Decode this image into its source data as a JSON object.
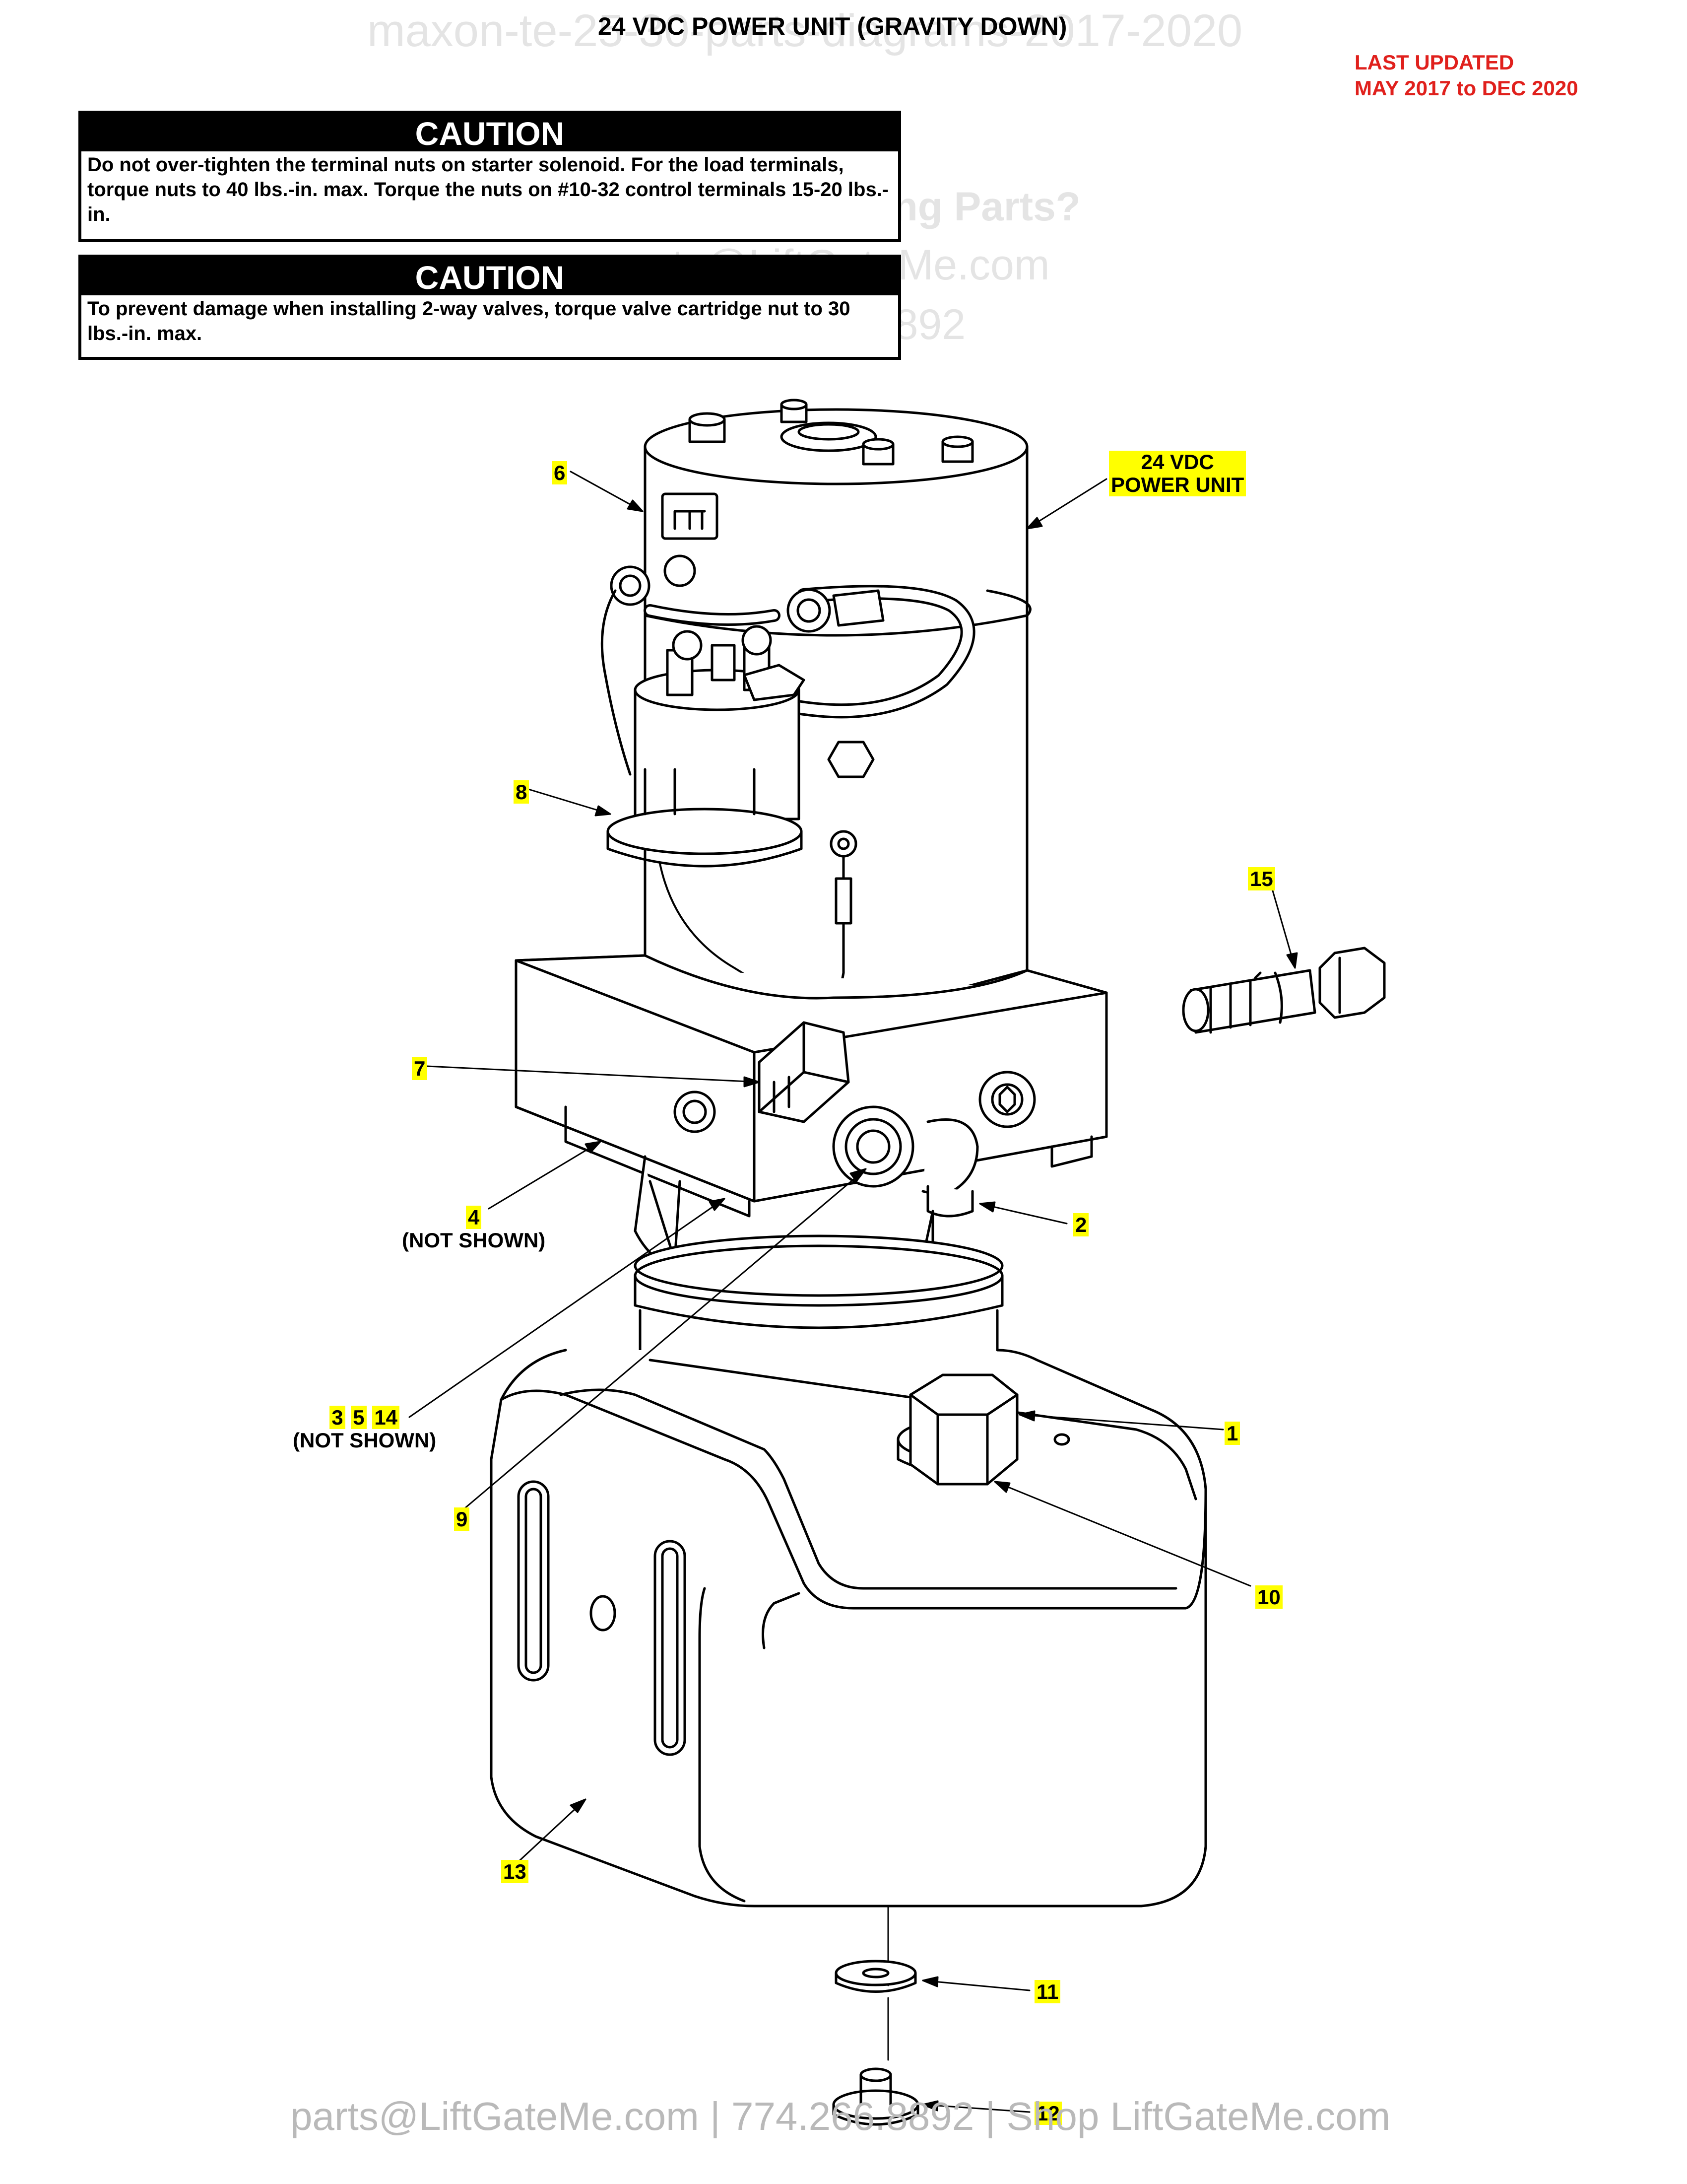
{
  "watermarks": {
    "top": "maxon-te-25-30-parts-diagrams-2017-2020",
    "help_title": "Need Help Finding Parts?",
    "help_email": "parts@LiftGateMe.com",
    "help_phone": "774.266.8892"
  },
  "header": {
    "title": "24 VDC POWER UNIT (GRAVITY DOWN)",
    "last_updated_line1": "LAST UPDATED",
    "last_updated_line2": "MAY 2017 to DEC 2020"
  },
  "cautions": [
    {
      "heading": "CAUTION",
      "text": "Do not over-tighten the terminal nuts on starter solenoid. For the load terminals, torque nuts to 40 lbs.-in. max. Torque the nuts on #10-32 control terminals 15-20 lbs.-in."
    },
    {
      "heading": "CAUTION",
      "text": "To prevent damage when installing 2-way valves, torque valve cartridge nut to 30 lbs.-in. max."
    }
  ],
  "callouts": {
    "power_unit_line1": "24 VDC",
    "power_unit_line2": "POWER UNIT",
    "c1": "1",
    "c2": "2",
    "c3": "3",
    "c4": "4",
    "c5": "5",
    "c6": "6",
    "c7": "7",
    "c8": "8",
    "c9": "9",
    "c10": "10",
    "c11": "11",
    "c12": "12",
    "c13": "13",
    "c14": "14",
    "c15": "15",
    "not_shown": "(NOT SHOWN)"
  },
  "footer": {
    "text": "parts@LiftGateMe.com | 774.266.8892 | Shop LiftGateMe.com"
  },
  "colors": {
    "highlight": "#ffff00",
    "updated_red": "#e0201c",
    "line": "#000000"
  }
}
